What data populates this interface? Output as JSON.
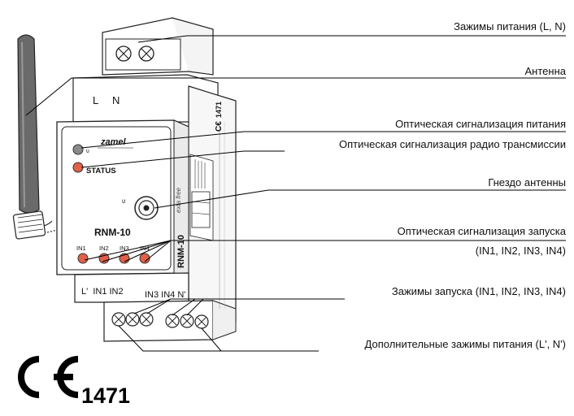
{
  "callouts": {
    "power_terminals": "Зажимы питания (L, N)",
    "antenna": "Антенна",
    "power_led": "Оптическая сигнализация питания",
    "radio_led": "Оптическая сигнализация радио трансмиссии",
    "antenna_socket": "Гнездо антенны",
    "input_leds_line1": "Оптическая сигнализация запуска",
    "input_leds_line2": "(IN1, IN2, IN3, IN4)",
    "input_terminals": "Зажимы запуска (IN1, IN2, IN3, IN4)",
    "aux_power_terminals": "Дополнительные зажимы питания (L', N')"
  },
  "device": {
    "top_terminal_labels": [
      "L",
      "N"
    ],
    "brand": "zamel",
    "status_label": "STATUS",
    "model": "RNM-10",
    "side_model": "RNM-10",
    "side_cert": "1471",
    "input_labels": [
      "IN1",
      "IN2",
      "IN3",
      "IN4"
    ],
    "bottom_labels_left": "L'  IN1 IN2",
    "bottom_labels_right": "IN3 IN4 N'"
  },
  "ce_mark": {
    "letters": "CE",
    "number": "1471"
  },
  "colors": {
    "led_red": "#e0604a",
    "led_grey": "#8a8a8a",
    "line": "#000000"
  }
}
